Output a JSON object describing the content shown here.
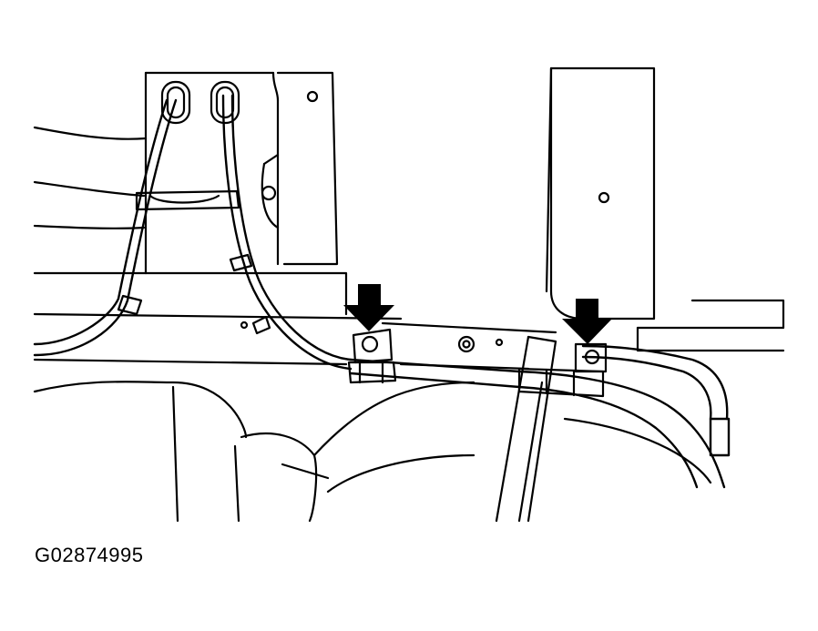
{
  "figure": {
    "id_label": "G02874995"
  },
  "callouts": [
    {
      "name": "arrow-left-clip",
      "icon": "down-arrow-icon"
    },
    {
      "name": "arrow-right-clip",
      "icon": "down-arrow-icon"
    }
  ],
  "colors": {
    "line": "#000000",
    "background": "#ffffff"
  }
}
